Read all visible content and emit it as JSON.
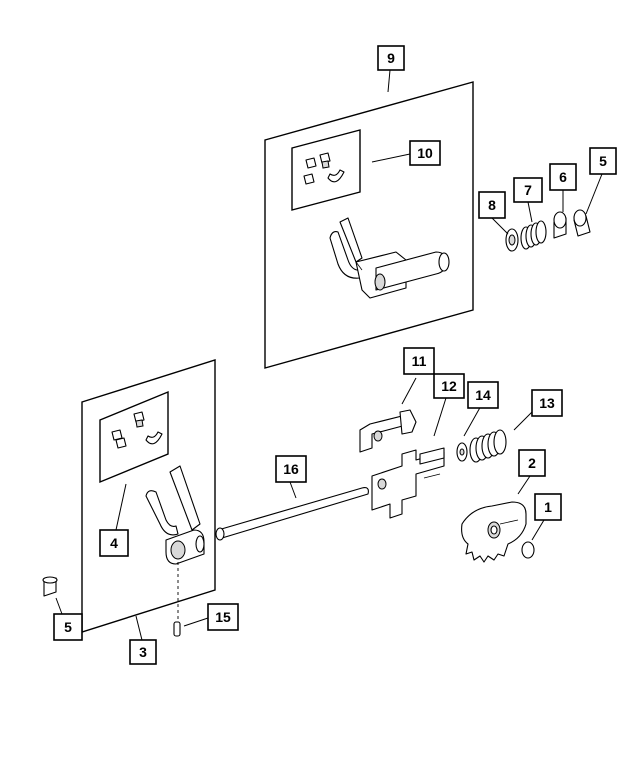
{
  "callouts": {
    "c1": "1",
    "c2": "2",
    "c3": "3",
    "c4": "4",
    "c5_right": "5",
    "c5_left": "5",
    "c6": "6",
    "c7": "7",
    "c8": "8",
    "c9": "9",
    "c10": "10",
    "c11": "11",
    "c12": "12",
    "c13": "13",
    "c14": "14",
    "c15": "15",
    "c16": "16"
  }
}
